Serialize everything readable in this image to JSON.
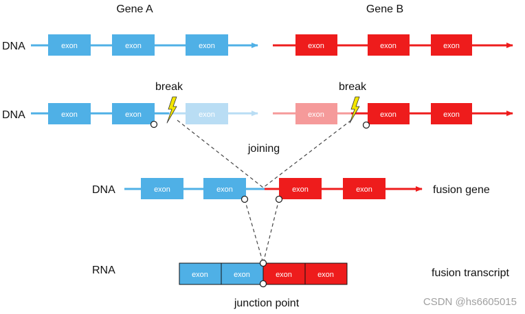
{
  "labels": {
    "gene_a": "Gene A",
    "gene_b": "Gene B",
    "dna": "DNA",
    "rna": "RNA",
    "break": "break",
    "joining": "joining",
    "fusion_gene": "fusion gene",
    "fusion_transcript": "fusion transcript",
    "junction_point": "junction point",
    "exon": "exon"
  },
  "colors": {
    "gene_a": "#4fb0e6",
    "gene_a_faded": "#b9ddf4",
    "gene_b": "#ee1c1c",
    "gene_b_faded": "#f59a9a",
    "lightning": "#f3e600"
  },
  "watermark": "CSDN @hs6605015"
}
